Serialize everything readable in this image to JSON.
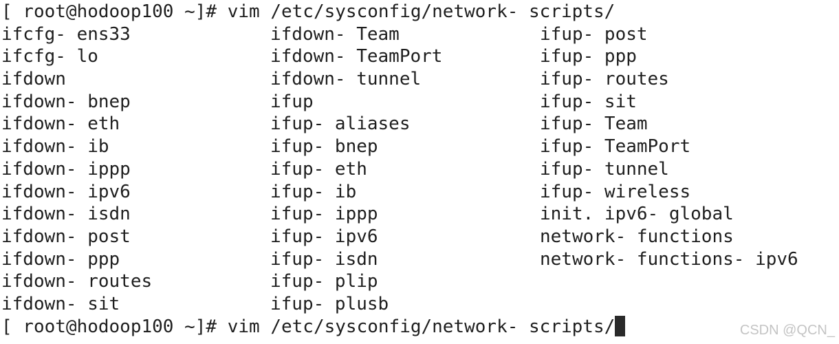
{
  "terminal": {
    "prompt": "[ root@hodoop100 ~]# ",
    "command": "vim /etc/sysconfig/network- scripts/",
    "listing": {
      "columns": [
        [
          "ifcfg- ens33",
          "ifcfg- lo",
          "ifdown",
          "ifdown- bnep",
          "ifdown- eth",
          "ifdown- ib",
          "ifdown- ippp",
          "ifdown- ipv6",
          "ifdown- isdn",
          "ifdown- post",
          "ifdown- ppp",
          "ifdown- routes",
          "ifdown- sit"
        ],
        [
          "ifdown- Team",
          "ifdown- TeamPort",
          "ifdown- tunnel",
          "ifup",
          "ifup- aliases",
          "ifup- bnep",
          "ifup- eth",
          "ifup- ib",
          "ifup- ippp",
          "ifup- ipv6",
          "ifup- isdn",
          "ifup- plip",
          "ifup- plusb"
        ],
        [
          "ifup- post",
          "ifup- ppp",
          "ifup- routes",
          "ifup- sit",
          "ifup- Team",
          "ifup- TeamPort",
          "ifup- tunnel",
          "ifup- wireless",
          "init. ipv6- global",
          "network- functions",
          "network- functions- ipv6",
          "",
          ""
        ]
      ]
    },
    "final_prompt": "[ root@hodoop100 ~]# ",
    "final_command": "vim /etc/sysconfig/network- scripts/"
  },
  "watermark": "CSDN @QCN_"
}
